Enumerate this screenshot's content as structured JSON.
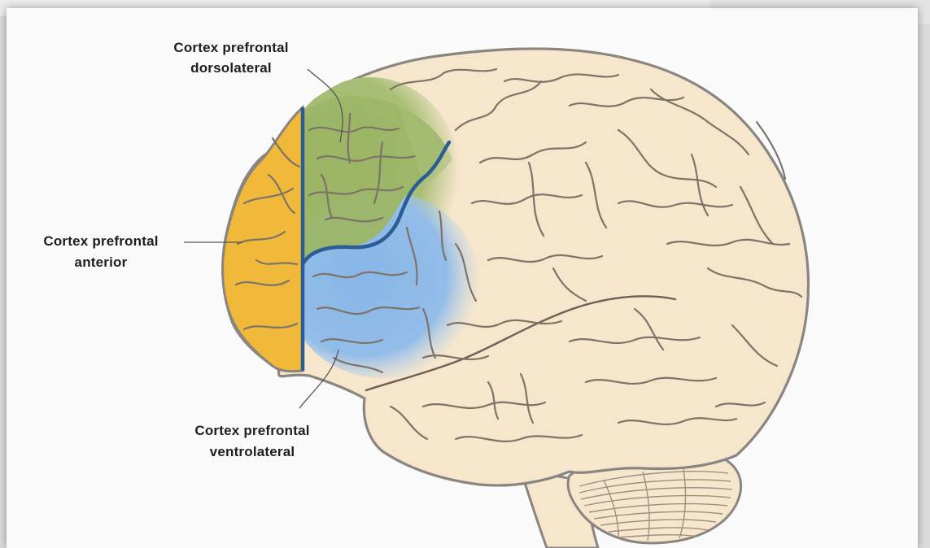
{
  "diagram": {
    "labels": {
      "dlpfc": [
        "Cortex prefrontal",
        "dorsolateral"
      ],
      "apfc": [
        "Cortex prefrontal",
        "anterior"
      ],
      "vlpfc": [
        "Cortex prefrontal",
        "ventrolateral"
      ]
    },
    "colors": {
      "brain_fill": "#f6e6cc",
      "outline": "#8a8580",
      "anterior_region": "#f0b93a",
      "dorsolateral_region": "#9db56a",
      "ventrolateral_region": "#8cb8e6",
      "boundary_line": "#2b5c94"
    }
  }
}
